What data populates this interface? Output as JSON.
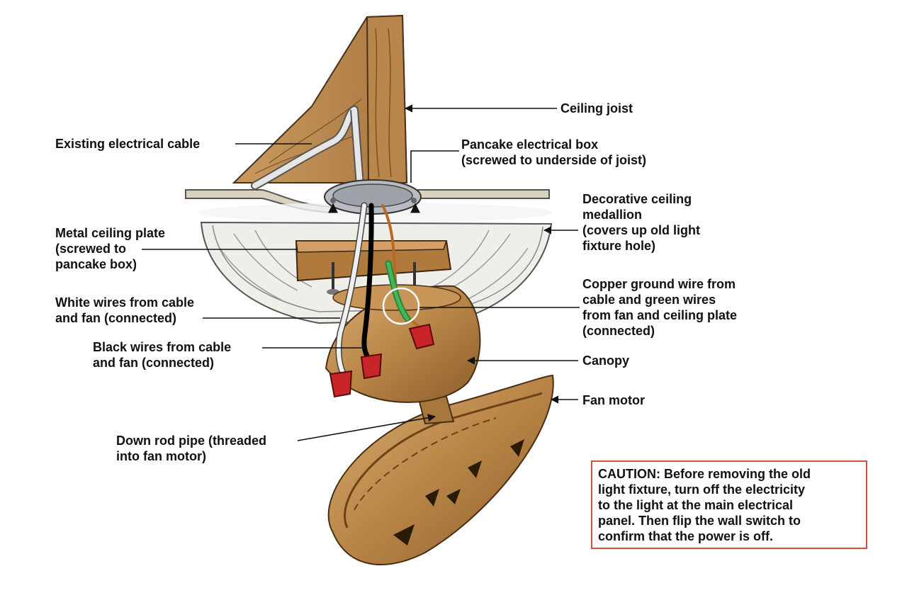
{
  "labels": {
    "ceiling_joist": "Ceiling joist",
    "existing_cable": "Existing electrical cable",
    "pancake_box": "Pancake electrical box\n(screwed to underside of joist)",
    "medallion": "Decorative ceiling\nmedallion\n(covers up old light\nfixture hole)",
    "metal_plate": "Metal ceiling plate\n(screwed to\npancake box)",
    "white_wires": "White wires from cable\nand fan (connected)",
    "copper_ground": "Copper ground wire from\ncable and green wires\nfrom fan and ceiling plate\n(connected)",
    "black_wires": "Black wires from cable\nand fan (connected)",
    "canopy": "Canopy",
    "fan_motor": "Fan motor",
    "down_rod": "Down rod pipe (threaded\ninto fan motor)"
  },
  "caution": "CAUTION: Before removing the old\nlight fixture, turn off the electricity\nto the light at the main electrical\npanel. Then flip the wall switch to\nconfirm that the power is off."
}
